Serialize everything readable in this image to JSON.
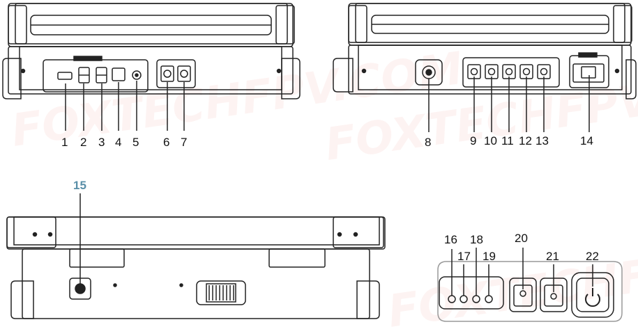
{
  "watermark": {
    "text": "FOXTECHFPV.COM",
    "color": "#e0301e"
  },
  "callouts": {
    "n1": "1",
    "n2": "2",
    "n3": "3",
    "n4": "4",
    "n5": "5",
    "n6": "6",
    "n7": "7",
    "n8": "8",
    "n9": "9",
    "n10": "10",
    "n11": "11",
    "n12": "12",
    "n13": "13",
    "n14": "14",
    "n15": "15",
    "n16": "16",
    "n17": "17",
    "n18": "18",
    "n19": "19",
    "n20": "20",
    "n21": "21",
    "n22": "22"
  },
  "colors": {
    "line": "#222222",
    "callout_highlight": "#5a8fa8"
  },
  "icons": {
    "power": "power-icon"
  }
}
